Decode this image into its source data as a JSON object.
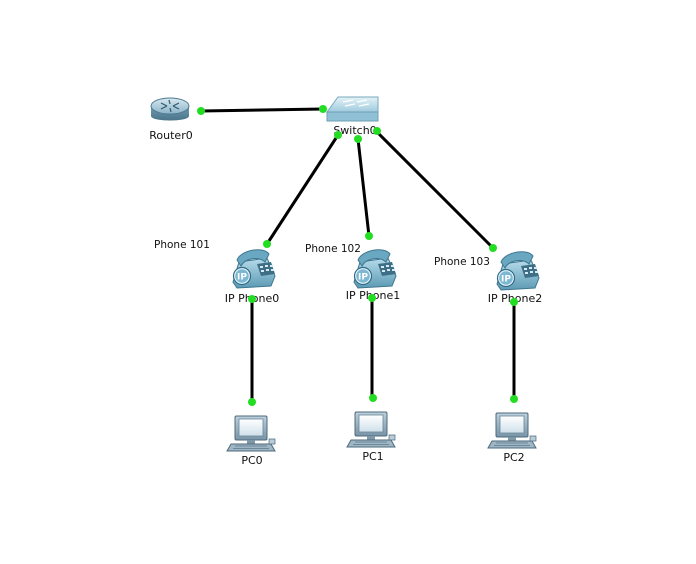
{
  "devices": {
    "router0": {
      "label": "Router0",
      "icon": "router-icon"
    },
    "switch0": {
      "label": "Switch0",
      "icon": "switch-icon"
    },
    "phone0": {
      "label": "IP Phone0",
      "note": "Phone 101",
      "icon": "ip-phone-icon",
      "badge": "IP"
    },
    "phone1": {
      "label": "IP Phone1",
      "note": "Phone 102",
      "icon": "ip-phone-icon",
      "badge": "IP"
    },
    "phone2": {
      "label": "IP Phone2",
      "note": "Phone 103",
      "icon": "ip-phone-icon",
      "badge": "IP"
    },
    "pc0": {
      "label": "PC0",
      "icon": "pc-icon"
    },
    "pc1": {
      "label": "PC1",
      "icon": "pc-icon"
    },
    "pc2": {
      "label": "PC2",
      "icon": "pc-icon"
    }
  },
  "colors": {
    "link": "#000000",
    "port_up": "#22dd22",
    "router_body": "#5f8fa6",
    "switch_body": "#a9d2e4",
    "phone_body": "#79b4cc",
    "pc_body": "#8fa9bb"
  }
}
